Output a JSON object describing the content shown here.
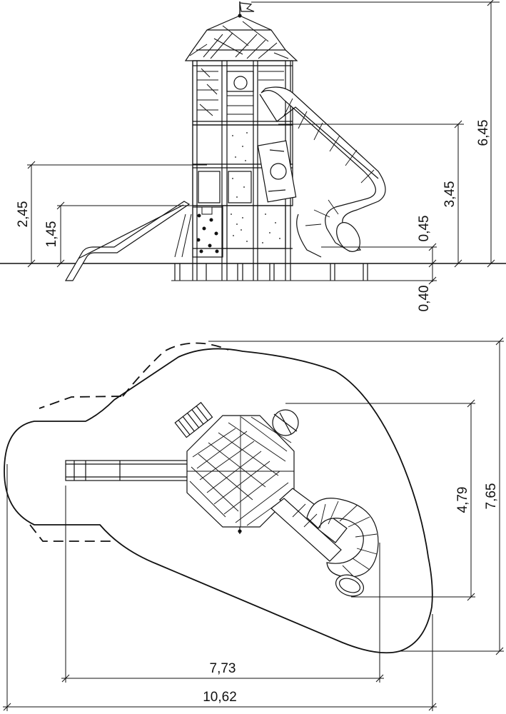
{
  "elevation": {
    "heights": {
      "total": "6,45",
      "slide_top": "3,45",
      "platform_high": "2,45",
      "platform_low": "1,45",
      "slide_exit": "0,45",
      "foundation_depth": "0,40"
    }
  },
  "plan": {
    "dimensions": {
      "equipment_depth": "4,79",
      "safety_depth": "7,65",
      "equipment_length": "7,73",
      "safety_length": "10,62"
    }
  }
}
